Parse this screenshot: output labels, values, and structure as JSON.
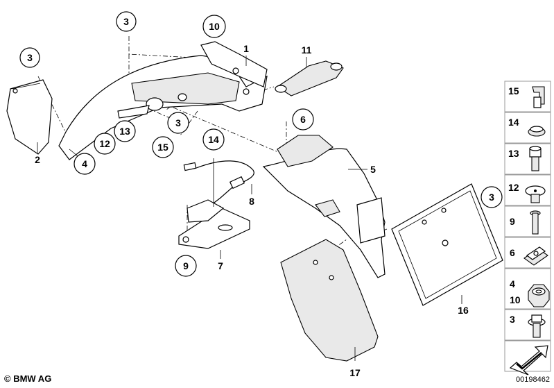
{
  "callouts": [
    "1",
    "2",
    "3",
    "4",
    "5",
    "6",
    "7",
    "8",
    "9",
    "10",
    "11",
    "12",
    "13",
    "14",
    "15",
    "16",
    "17"
  ],
  "legend": [
    {
      "label": "15",
      "icon": "clip-icon"
    },
    {
      "label": "14",
      "icon": "grommet-icon"
    },
    {
      "label": "13",
      "icon": "socket-screw-icon"
    },
    {
      "label": "12",
      "icon": "expanding-rivet-icon"
    },
    {
      "label": "9",
      "icon": "bolt-icon"
    },
    {
      "label": "6",
      "icon": "spring-nut-icon"
    },
    {
      "label": "4",
      "label2": "10",
      "icon": "hex-nut-icon"
    },
    {
      "label": "3",
      "icon": "flange-screw-icon"
    }
  ],
  "footer": {
    "copyright": "© BMW AG",
    "drawing_id": "00198462"
  }
}
